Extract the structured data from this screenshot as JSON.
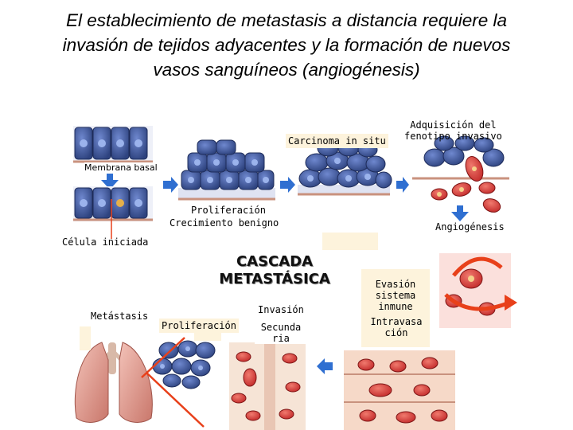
{
  "title": {
    "line1": "El establecimiento de metastasis a distancia requiere la",
    "line2": "invasión de tejidos adyacentes y la formación de nuevos",
    "line3": "vasos sanguíneos (angiogénesis)"
  },
  "labels": {
    "carcinoma": "Carcinoma in situ",
    "adquisicion_1": "Adquisición del",
    "adquisicion_2": "fenotipo invasivo",
    "membrana": "Membrana basal",
    "proliferacion_top": "Proliferación",
    "crecimiento": "Crecimiento benigno",
    "angiogenesis": "Angiogénesis",
    "celula": "Célula iniciada",
    "cascada_1": "CASCADA",
    "cascada_2": "METASTÁSICA",
    "evasion_1": "Evasión",
    "evasion_2": "sistema",
    "evasion_3": "inmune",
    "intravasa_1": "Intravasa",
    "intravasa_2": "ción",
    "metastasis": "Metástasis",
    "invasion": "Invasión",
    "proliferacion_bottom": "Proliferación",
    "secunda_1": "Secunda",
    "secunda_2": "ria"
  },
  "colors": {
    "cell_blue": "#3f5a9e",
    "nucleus": "#8aa6e8",
    "tumor_red": "#d63c3c",
    "arrow_blue": "#2f6fd1",
    "arrow_red": "#e8401a",
    "label_box": "#fdf3dc",
    "lung": "#e9a79a"
  }
}
